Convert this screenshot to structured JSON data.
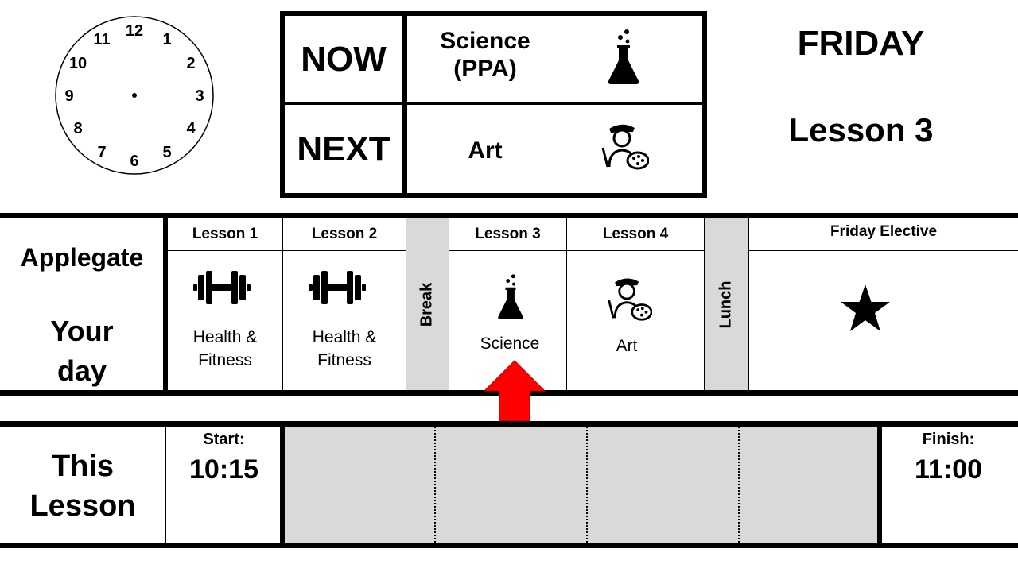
{
  "clock": {
    "numbers": [
      "12",
      "1",
      "2",
      "3",
      "4",
      "5",
      "6",
      "7",
      "8",
      "9",
      "10",
      "11"
    ]
  },
  "now_next": {
    "now_label": "NOW",
    "next_label": "NEXT",
    "now_subject_line1": "Science",
    "now_subject_line2": "(PPA)",
    "now_icon": "flask-icon",
    "next_subject": "Art",
    "next_icon": "artist-icon"
  },
  "day_info": {
    "day": "FRIDAY",
    "lesson": "Lesson 3"
  },
  "schedule": {
    "class_name": "Applegate",
    "your_day_line1": "Your",
    "your_day_line2": "day",
    "slots": [
      {
        "header": "Lesson 1",
        "line1": "Health &",
        "line2": "Fitness",
        "icon": "dumbbell-icon"
      },
      {
        "header": "Lesson 2",
        "line1": "Health &",
        "line2": "Fitness",
        "icon": "dumbbell-icon"
      },
      {
        "header": "Lesson 3",
        "line1": "Science",
        "line2": "",
        "icon": "flask-icon"
      },
      {
        "header": "Lesson 4",
        "line1": "Art",
        "line2": "",
        "icon": "artist-icon"
      },
      {
        "header": "Friday Elective",
        "line1": "",
        "line2": "",
        "icon": "star-icon"
      }
    ],
    "break_label": "Break",
    "lunch_label": "Lunch",
    "current_indicator_icon": "arrow-up-icon",
    "colors": {
      "indicator": "#ff0000",
      "shaded": "#d9d9d9"
    }
  },
  "this_lesson": {
    "title_line1": "This",
    "title_line2": "Lesson",
    "start_label": "Start:",
    "start_time": "10:15",
    "finish_label": "Finish:",
    "finish_time": "11:00"
  }
}
